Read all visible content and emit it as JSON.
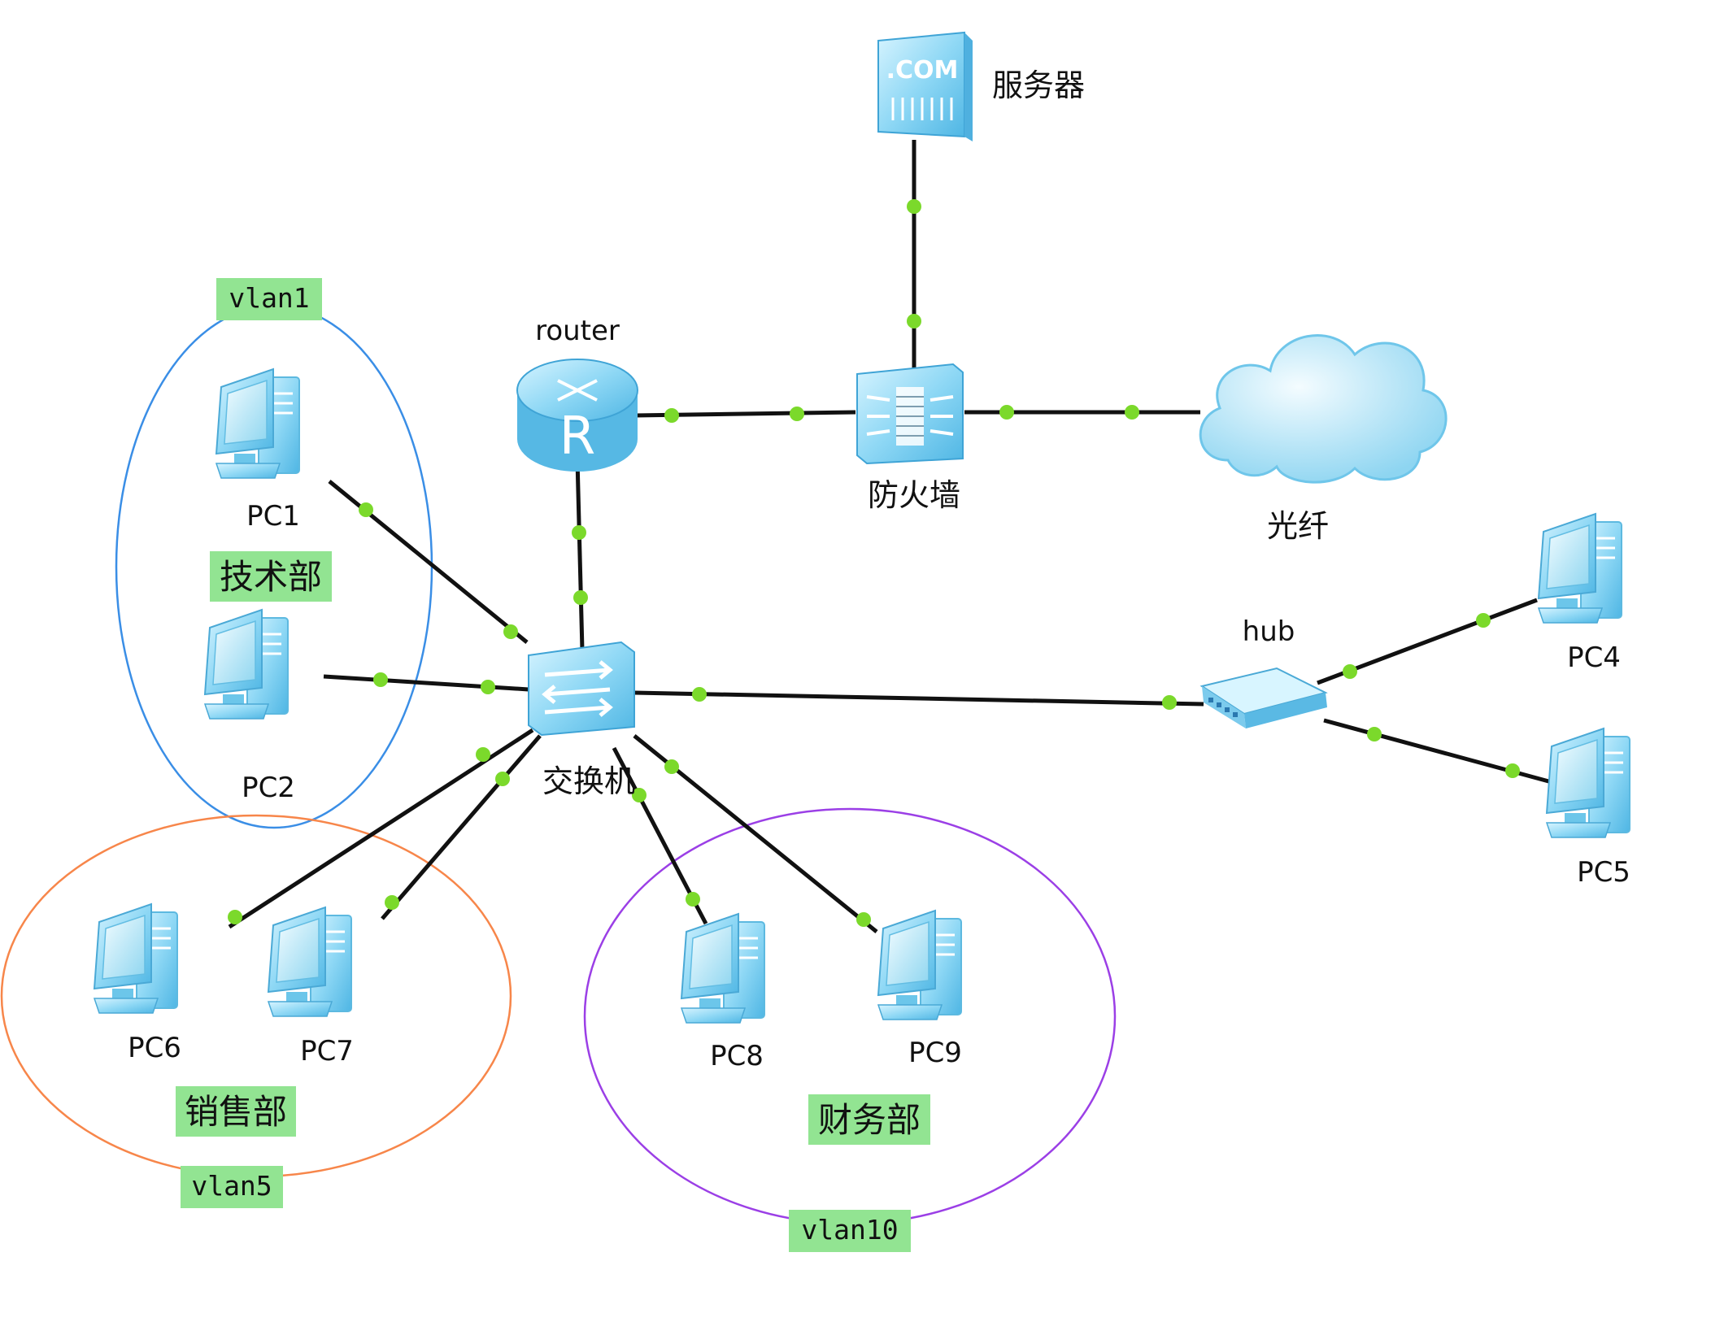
{
  "devices": {
    "server": "服务器",
    "router": "router",
    "firewall": "防火墙",
    "cloud": "光纤",
    "switch": "交换机",
    "hub": "hub",
    "server_badge": ".COM"
  },
  "pcs": {
    "pc1": "PC1",
    "pc2": "PC2",
    "pc4": "PC4",
    "pc5": "PC5",
    "pc6": "PC6",
    "pc7": "PC7",
    "pc8": "PC8",
    "pc9": "PC9"
  },
  "router_letter": "R",
  "groups": [
    {
      "vlan": "vlan1",
      "department": "技术部",
      "color": "#3a8ee6"
    },
    {
      "vlan": "vlan5",
      "department": "销售部",
      "color": "#f7864a"
    },
    {
      "vlan": "vlan10",
      "department": "财务部",
      "color": "#9b3fe6"
    }
  ],
  "colors": {
    "link": "#111111",
    "port": "#7bd92b",
    "label_bg": "#92e492",
    "device_fill": "#8fd8f5"
  },
  "icons": [
    "server-icon",
    "router-icon",
    "firewall-icon",
    "cloud-icon",
    "switch-icon",
    "hub-icon",
    "pc-icon"
  ]
}
